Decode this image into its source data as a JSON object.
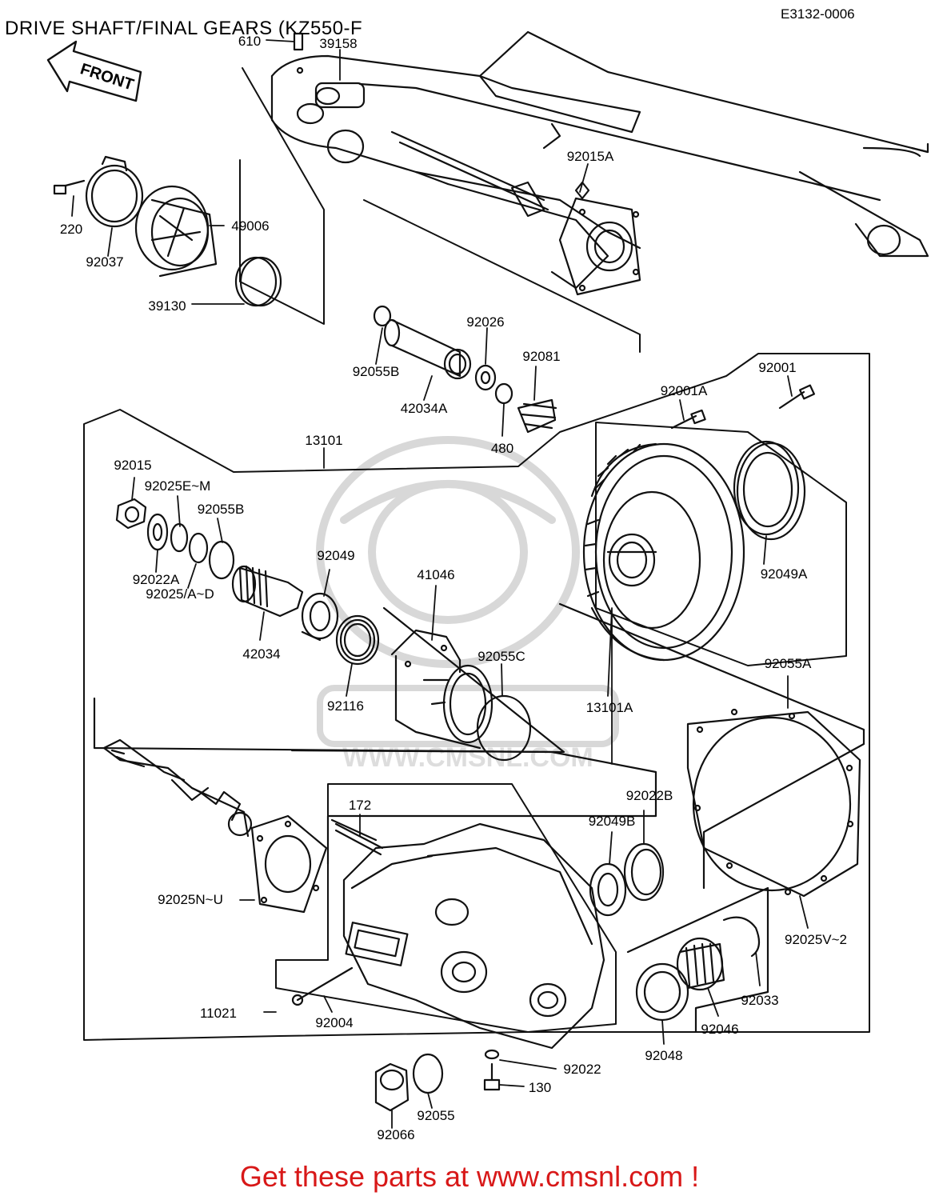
{
  "header": {
    "title": "DRIVE SHAFT/FINAL GEARS (KZ550-F",
    "ref_code": "E3132-0006"
  },
  "front_arrow_text": "FRONT",
  "watermark_text": "WWW.CMSNL.COM",
  "parts": [
    {
      "id": "p610",
      "label": "610"
    },
    {
      "id": "p39158",
      "label": "39158"
    },
    {
      "id": "p92015A",
      "label": "92015A"
    },
    {
      "id": "p220",
      "label": "220"
    },
    {
      "id": "p49006",
      "label": "49006"
    },
    {
      "id": "p92037",
      "label": "92037"
    },
    {
      "id": "p39130",
      "label": "39130"
    },
    {
      "id": "p92026",
      "label": "92026"
    },
    {
      "id": "p92081",
      "label": "92081"
    },
    {
      "id": "p92055Bt",
      "label": "92055B"
    },
    {
      "id": "p42034A",
      "label": "42034A"
    },
    {
      "id": "p480",
      "label": "480"
    },
    {
      "id": "p92001",
      "label": "92001"
    },
    {
      "id": "p92001A",
      "label": "92001A"
    },
    {
      "id": "p13101",
      "label": "13101"
    },
    {
      "id": "p92015",
      "label": "92015"
    },
    {
      "id": "p92025EM",
      "label": "92025E~M"
    },
    {
      "id": "p92055B",
      "label": "92055B"
    },
    {
      "id": "p92022A",
      "label": "92022A"
    },
    {
      "id": "p92025AD",
      "label": "92025/A~D"
    },
    {
      "id": "p92049",
      "label": "92049"
    },
    {
      "id": "p41046",
      "label": "41046"
    },
    {
      "id": "p42034",
      "label": "42034"
    },
    {
      "id": "p92049A",
      "label": "92049A"
    },
    {
      "id": "p92055C",
      "label": "92055C"
    },
    {
      "id": "p92116",
      "label": "92116"
    },
    {
      "id": "p13101A",
      "label": "13101A"
    },
    {
      "id": "p92055A",
      "label": "92055A"
    },
    {
      "id": "p172",
      "label": "172"
    },
    {
      "id": "p92022B",
      "label": "92022B"
    },
    {
      "id": "p92049B",
      "label": "92049B"
    },
    {
      "id": "p92025NU",
      "label": "92025N~U"
    },
    {
      "id": "p92025V2",
      "label": "92025V~2"
    },
    {
      "id": "p92033",
      "label": "92033"
    },
    {
      "id": "p11021",
      "label": "11021"
    },
    {
      "id": "p92004",
      "label": "92004"
    },
    {
      "id": "p92046",
      "label": "92046"
    },
    {
      "id": "p92048",
      "label": "92048"
    },
    {
      "id": "p92022",
      "label": "92022"
    },
    {
      "id": "p130",
      "label": "130"
    },
    {
      "id": "p92055",
      "label": "92055"
    },
    {
      "id": "p92066",
      "label": "92066"
    }
  ],
  "footer": {
    "text": "Get these parts at www.cmsnl.com !",
    "color": "#d81818"
  }
}
